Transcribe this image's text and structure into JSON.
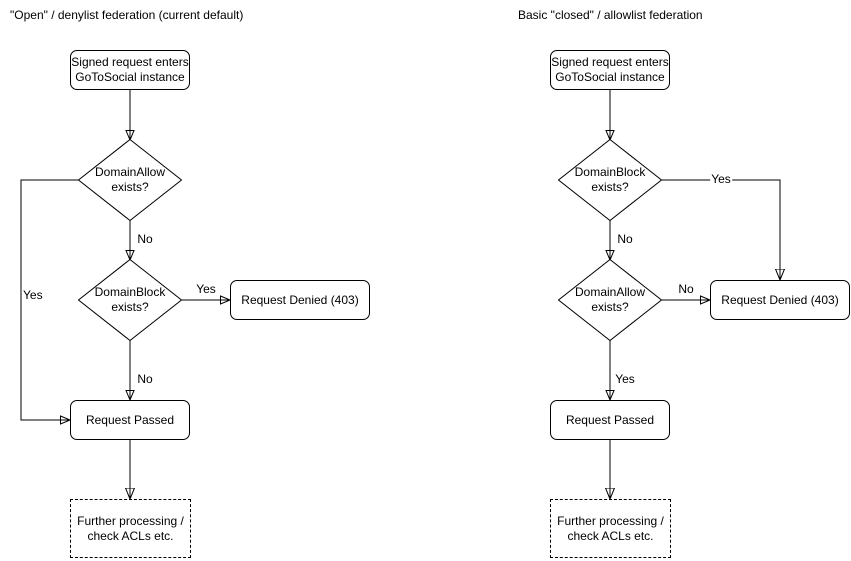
{
  "colors": {
    "stroke": "#000000",
    "node_fill": "#ffffff",
    "text": "#000000"
  },
  "charts": [
    {
      "title": "\"Open\" / denylist federation (current default)",
      "nodes": {
        "start": "Signed request enters\nGoToSocial instance",
        "decision1": "DomainAllow\nexists?",
        "decision2": "DomainBlock\nexists?",
        "denied": "Request Denied (403)",
        "passed": "Request Passed",
        "further": "Further processing /\ncheck ACLs etc."
      },
      "edge_labels": {
        "decision1_yes": "Yes",
        "decision1_no": "No",
        "decision2_yes": "Yes",
        "decision2_no": "No"
      }
    },
    {
      "title": "Basic \"closed\" / allowlist federation",
      "nodes": {
        "start": "Signed request enters\nGoToSocial instance",
        "decision1": "DomainBlock\nexists?",
        "decision2": "DomainAllow\nexists?",
        "denied": "Request Denied (403)",
        "passed": "Request Passed",
        "further": "Further processing /\ncheck ACLs etc."
      },
      "edge_labels": {
        "decision1_yes": "Yes",
        "decision1_no": "No",
        "decision2_no": "No",
        "decision2_yes": "Yes"
      }
    }
  ]
}
